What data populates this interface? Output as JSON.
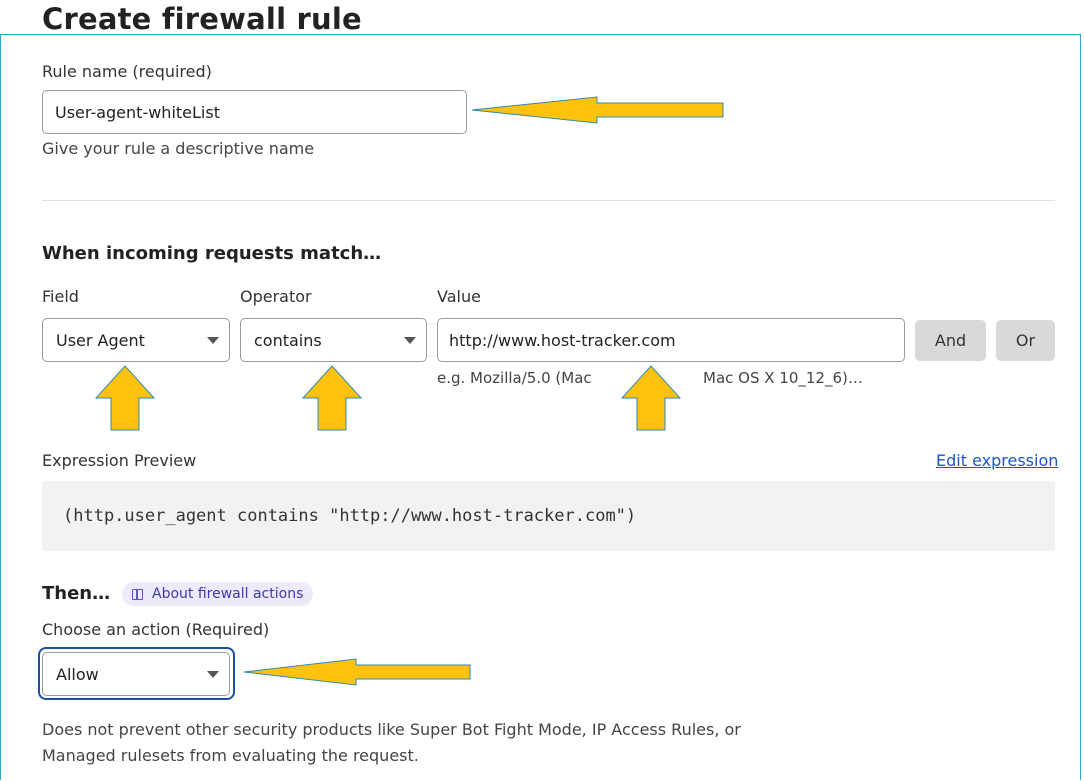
{
  "page_title": "Create firewall rule",
  "rule_name": {
    "label": "Rule name (required)",
    "value": "User-agent-whiteList",
    "helper": "Give your rule a descriptive name"
  },
  "match": {
    "heading": "When incoming requests match…",
    "field_label": "Field",
    "field_value": "User Agent",
    "operator_label": "Operator",
    "operator_value": "contains",
    "value_label": "Value",
    "value_value": "http://www.host-tracker.com",
    "value_hint_start": "e.g. Mozilla/5.0 (Mac",
    "value_hint_end": "Mac OS X 10_12_6)…",
    "and_label": "And",
    "or_label": "Or"
  },
  "expression": {
    "label": "Expression Preview",
    "edit_link": "Edit expression",
    "code": "(http.user_agent contains \"http://www.host-tracker.com\")"
  },
  "then": {
    "heading": "Then…",
    "about_link": "About firewall actions",
    "action_label": "Choose an action (Required)",
    "action_value": "Allow",
    "description_line1": "Does not prevent other security products like Super Bot Fight Mode, IP Access Rules, or",
    "description_line2": "Managed rulesets from evaluating the request."
  },
  "colors": {
    "annotation_arrow": "#ffc20e",
    "panel_border": "#2aa7c9",
    "focus_ring": "#1e4fa8",
    "link": "#1a56c8"
  },
  "icons": {
    "dropdown": "chevron-down-icon",
    "about": "book-icon"
  }
}
